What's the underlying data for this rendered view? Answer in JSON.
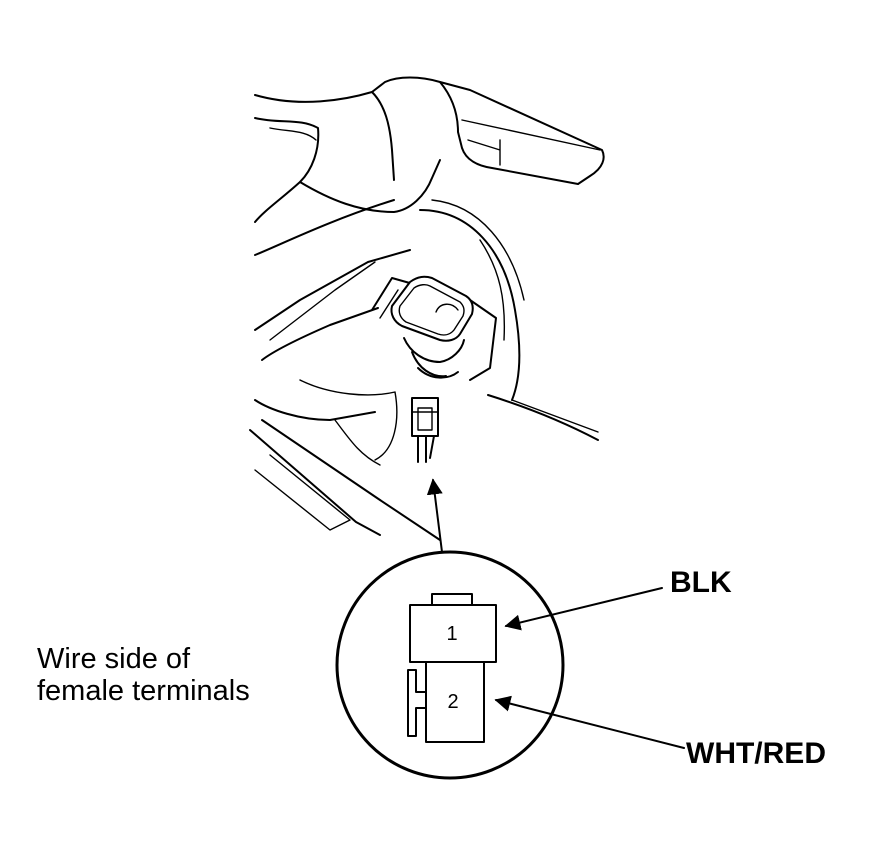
{
  "caption": {
    "line1": "Wire side of",
    "line2": "female terminals"
  },
  "terminals": [
    {
      "pin": "1",
      "wire_color": "BLK"
    },
    {
      "pin": "2",
      "wire_color": "WHT/RED"
    }
  ]
}
